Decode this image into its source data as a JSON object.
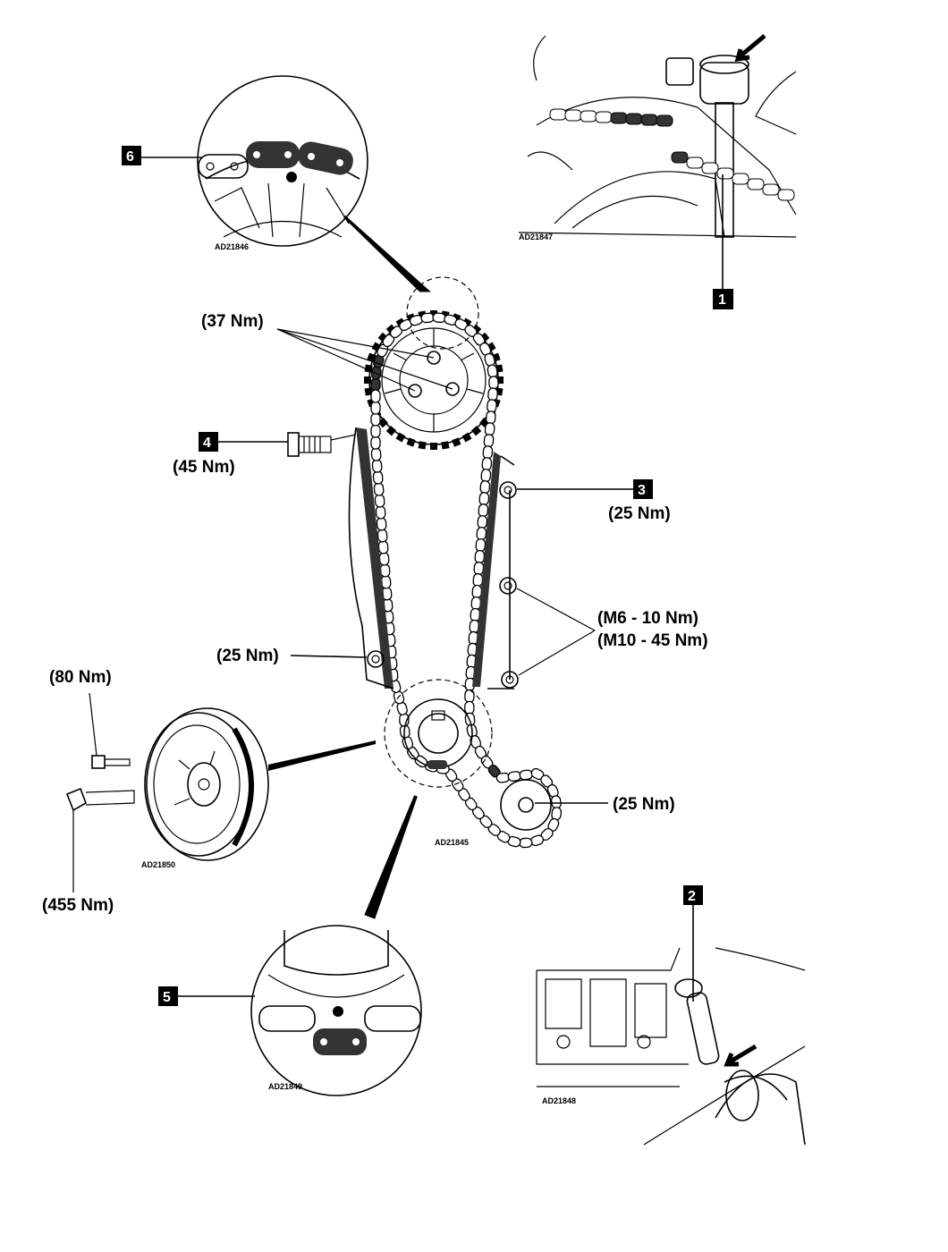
{
  "callouts": {
    "c1": "1",
    "c2": "2",
    "c3": "3",
    "c4": "4",
    "c5": "5",
    "c6": "6"
  },
  "torques": {
    "camshaft_bolts": "(37 Nm)",
    "tensioner_bolt": "(45 Nm)",
    "guide_bolt_right": "(25 Nm)",
    "m6": "(M6 - 10 Nm)",
    "m10": "(M10 - 45 Nm)",
    "guide_bolt_left": "(25 Nm)",
    "pulley_small_bolt": "(80 Nm)",
    "pulley_center_bolt": "(455 Nm)",
    "oil_pump_bolt": "(25 Nm)"
  },
  "figure_codes": {
    "top_detail": "AD21846",
    "top_right_photo": "AD21847",
    "main": "AD21845",
    "pulley": "AD21850",
    "bottom_detail": "AD21849",
    "bottom_right_photo": "AD21848"
  },
  "colors": {
    "ink": "#000000",
    "link_dark": "#333333",
    "background": "#ffffff"
  }
}
